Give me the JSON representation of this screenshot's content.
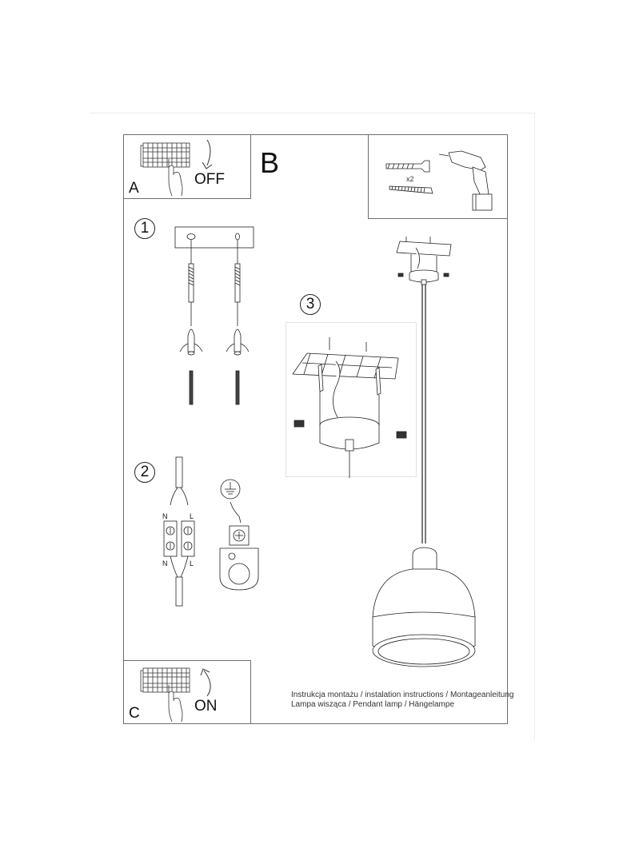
{
  "document": {
    "type": "installation-instructions-sheet",
    "panels": {
      "a": {
        "letter": "A",
        "state": "OFF",
        "icon": "circuit-breaker-hand-icon",
        "arrow": "arrow-down-curved-icon"
      },
      "b": {
        "letter": "B"
      },
      "c": {
        "letter": "C",
        "state": "ON",
        "icon": "circuit-breaker-hand-icon",
        "arrow": "arrow-up-curved-icon"
      },
      "tools": {
        "quantity": "x2",
        "items": [
          "wall-plug-icon",
          "screw-icon",
          "drill-icon"
        ]
      }
    },
    "steps": [
      {
        "number": "1",
        "description_icon": "mounting-bracket-screws-diagram"
      },
      {
        "number": "2",
        "description_icon": "wiring-terminal-diagram",
        "labels": {
          "neutral": "N",
          "live": "L"
        },
        "ground_icon": "earth-ground-icon"
      },
      {
        "number": "3",
        "description_icon": "canopy-assembly-diagram"
      }
    ],
    "footer": {
      "line1": "Instrukcja montażu / instalation instructions / Montageanleitung",
      "line2": "Lampa wisząca / Pendant lamp / Hängelampe"
    },
    "colors": {
      "frame": "#6e6e6e",
      "ink": "#111111",
      "page_edge": "#ececec"
    }
  }
}
